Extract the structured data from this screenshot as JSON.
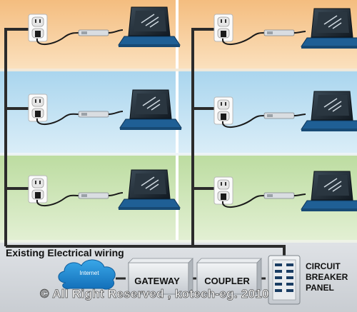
{
  "labels": {
    "wiring": "Existing Electrical wiring",
    "internet": "Internet",
    "gateway": "GATEWAY",
    "coupler": "COUPLER",
    "breaker": "CIRCUIT\nBREAKER\nPANEL"
  },
  "copyright": "© All Right Reserved , kotech-eg. 2010",
  "floor_colors": [
    "#f6c88f",
    "#bfe0f1",
    "#cfe6b8"
  ],
  "wire_color": "#2b2b2b",
  "icons": [
    "wall-outlet-icon",
    "power-line-adapter-icon",
    "laptop-icon",
    "cloud-icon",
    "breaker-panel-icon"
  ]
}
